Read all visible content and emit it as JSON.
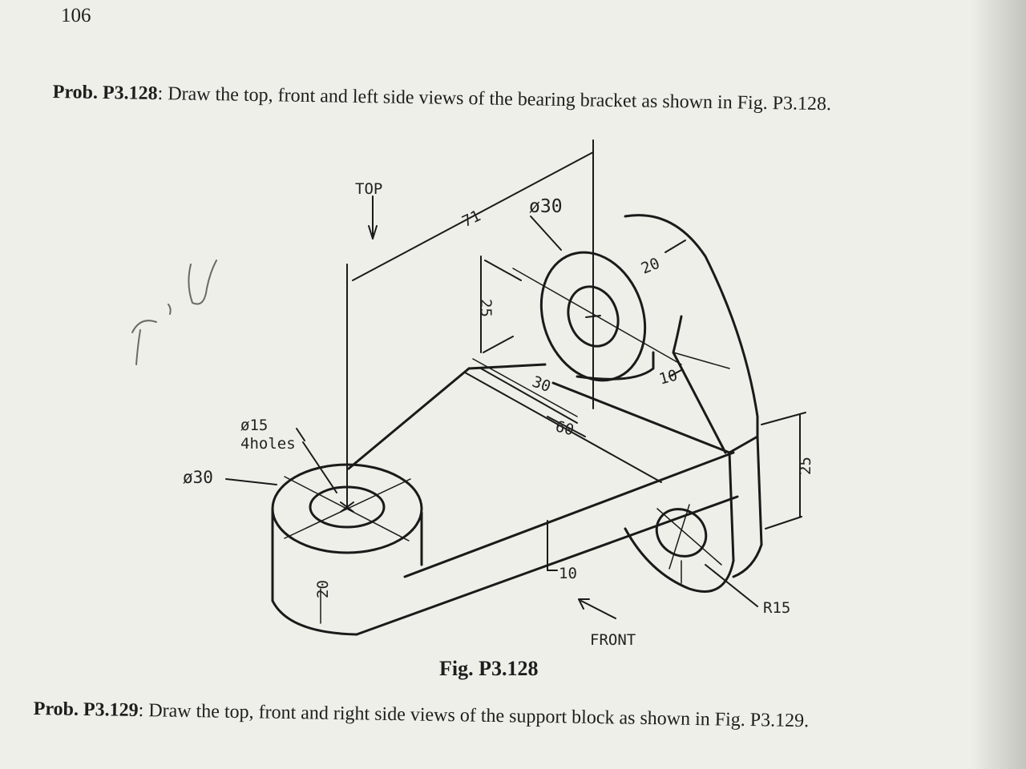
{
  "page_number": "106",
  "problem_128": {
    "label": "Prob. P3.128",
    "text": ": Draw the top, front and left side views of the bearing bracket as shown in Fig. P3.128."
  },
  "figure": {
    "caption": "Fig. P3.128",
    "labels": {
      "top": "TOP",
      "front": "FRONT",
      "d71": "71",
      "dia30_top": "ø30",
      "d20_top": "20",
      "d25_left": "25",
      "d30": "30",
      "d60": "60",
      "d10_right": "10",
      "hole_dia": "ø15",
      "holes": "4holes",
      "dia30_left": "ø30",
      "d20_left": "20",
      "d10_bottom": "10",
      "d25_right": "25",
      "r15": "R15"
    }
  },
  "problem_129": {
    "label": "Prob. P3.129",
    "text": ": Draw the top, front and right side views of the support block as shown in Fig. P3.129."
  }
}
